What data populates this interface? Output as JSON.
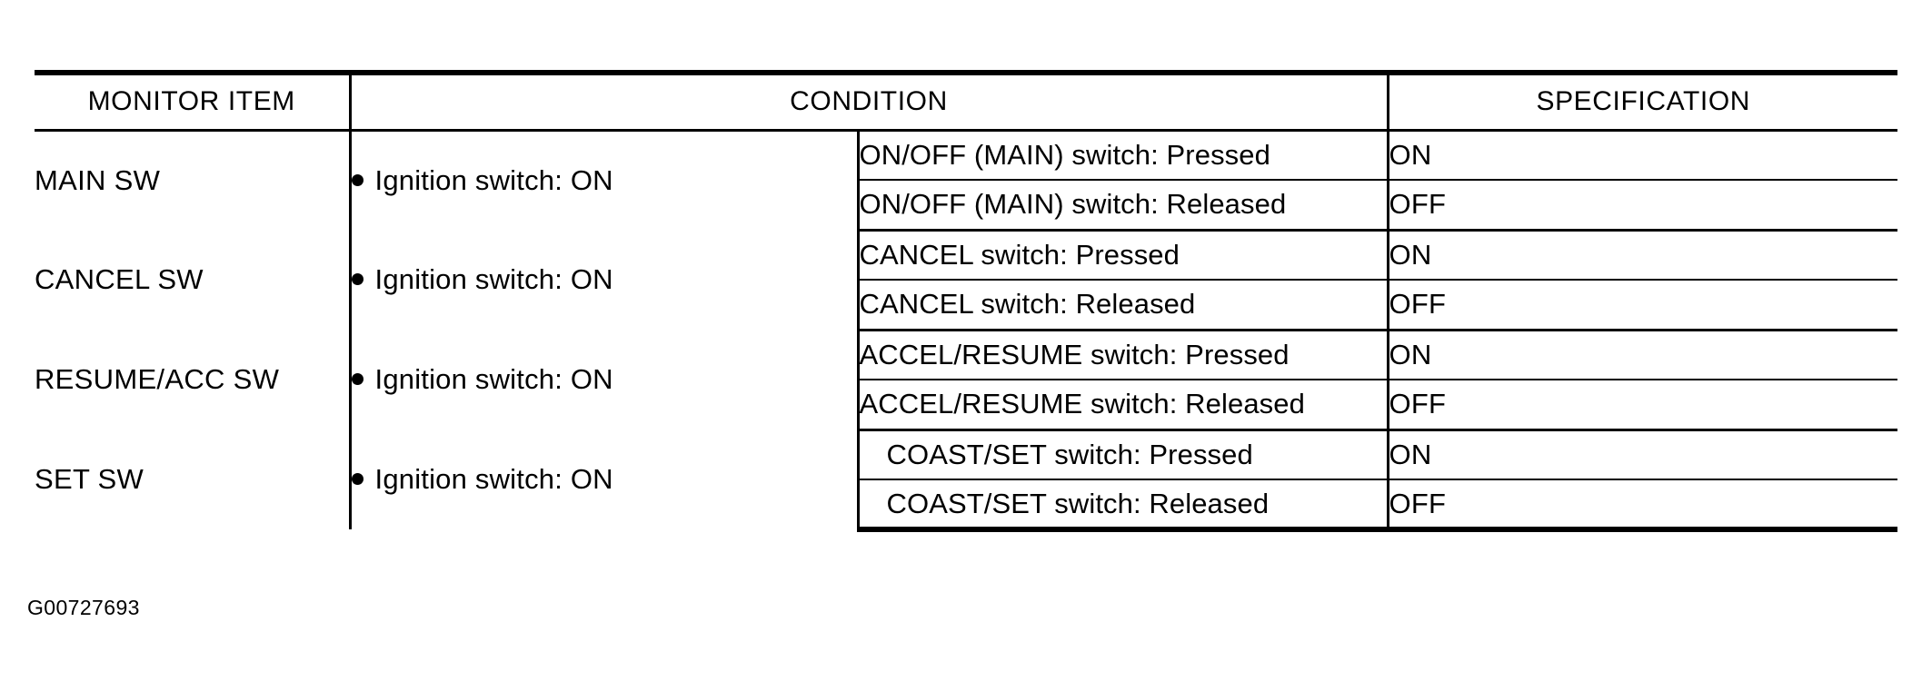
{
  "table": {
    "headers": {
      "monitor_item": "MONITOR ITEM",
      "condition": "CONDITION",
      "specification": "SPECIFICATION"
    },
    "groups": [
      {
        "monitor_item": "MAIN SW",
        "ignition": "Ignition switch: ON",
        "bullet": "bullet-icon",
        "rows": [
          {
            "condition": "ON/OFF (MAIN) switch: Pressed",
            "specification": "ON"
          },
          {
            "condition": "ON/OFF (MAIN) switch: Released",
            "specification": "OFF"
          }
        ]
      },
      {
        "monitor_item": "CANCEL SW",
        "ignition": "Ignition switch: ON",
        "bullet": "bullet-icon",
        "rows": [
          {
            "condition": "CANCEL switch: Pressed",
            "specification": "ON"
          },
          {
            "condition": "CANCEL switch: Released",
            "specification": "OFF"
          }
        ]
      },
      {
        "monitor_item": "RESUME/ACC SW",
        "ignition": "Ignition switch: ON",
        "bullet": "bullet-icon",
        "rows": [
          {
            "condition": "ACCEL/RESUME switch: Pressed",
            "specification": "ON"
          },
          {
            "condition": "ACCEL/RESUME switch: Released",
            "specification": "OFF"
          }
        ]
      },
      {
        "monitor_item": "SET SW",
        "ignition": "Ignition switch: ON",
        "bullet": "bullet-icon",
        "rows": [
          {
            "condition": "COAST/SET switch: Pressed",
            "specification": "ON"
          },
          {
            "condition": "COAST/SET switch: Released",
            "specification": "OFF"
          }
        ]
      }
    ]
  },
  "caption": "G00727693",
  "colors": {
    "ink": "#000000",
    "paper": "#ffffff"
  }
}
